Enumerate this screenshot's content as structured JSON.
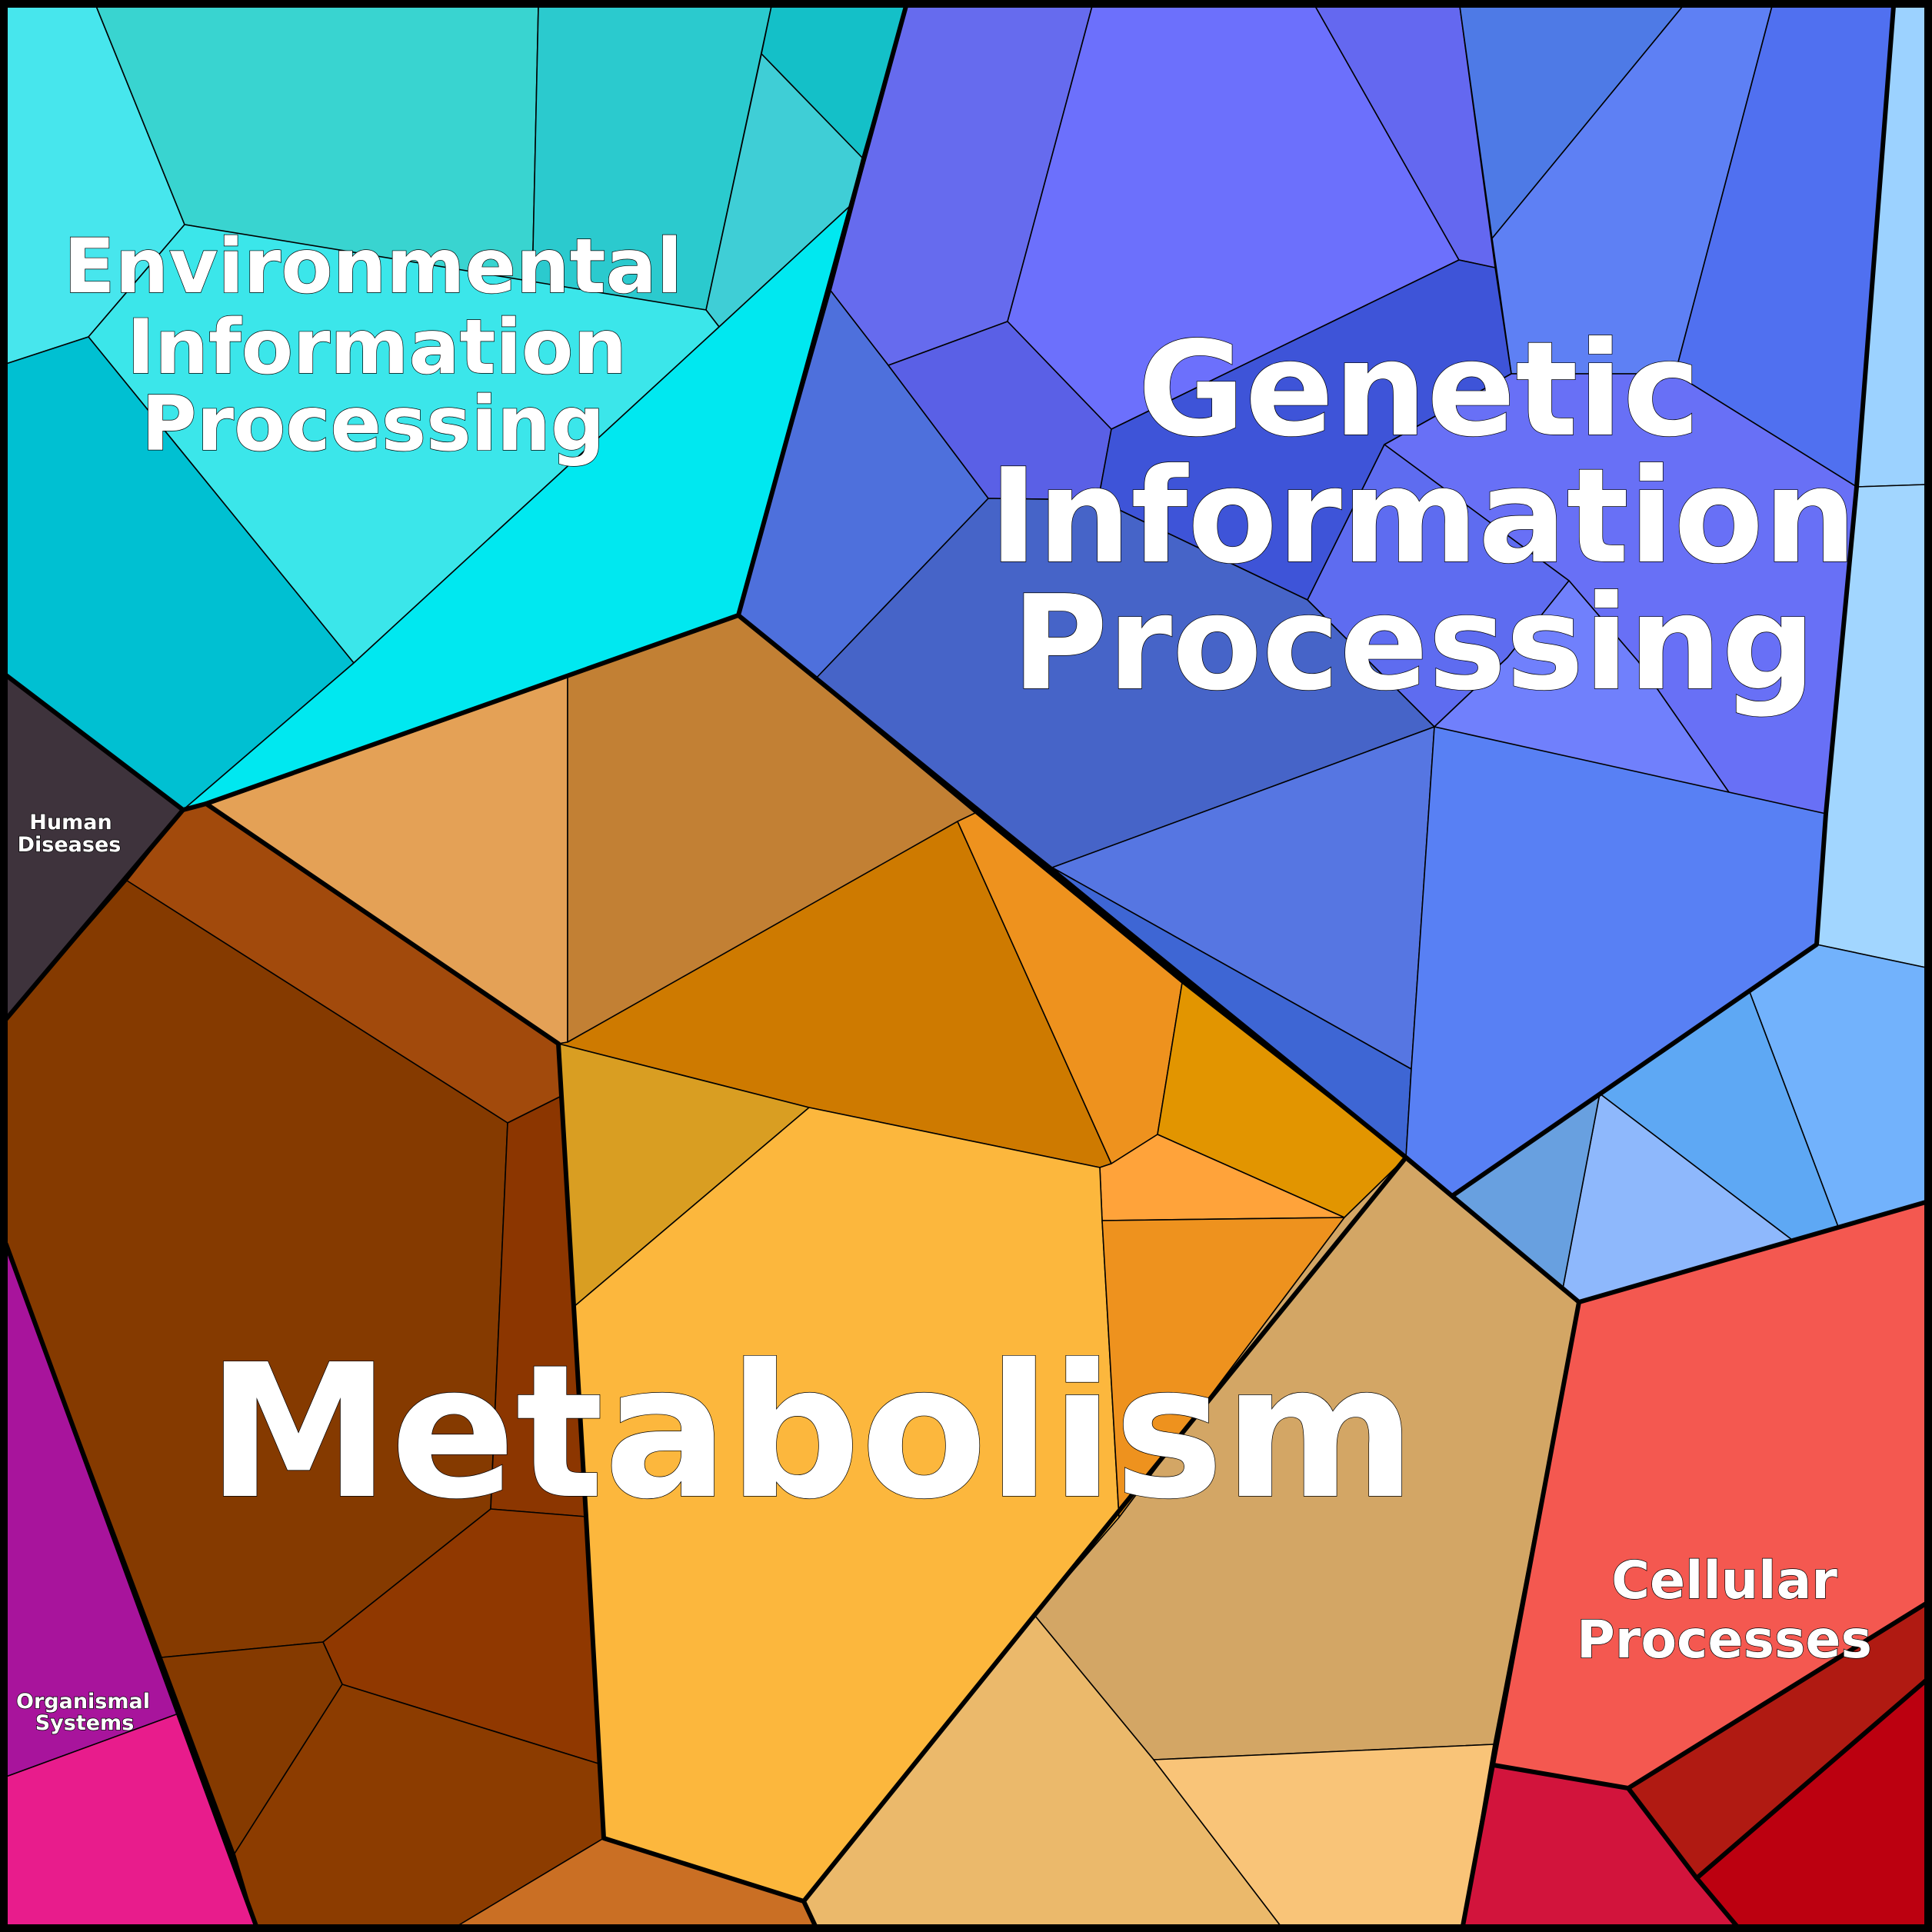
{
  "labels": {
    "environmental": [
      "Environmental",
      "Information",
      "Processing"
    ],
    "genetic": [
      "Genetic",
      "Information",
      "Processing"
    ],
    "metabolism": [
      "Metabolism"
    ],
    "cellular": [
      "Cellular",
      "Processes"
    ],
    "human_diseases": [
      "Human",
      "Diseases"
    ],
    "organismal": [
      "Organismal",
      "Systems"
    ]
  },
  "colors": {
    "environmental": "#00E8F0",
    "genetic": "#6868F4",
    "metabolism": "#FBB63F",
    "cellular": "#F45850",
    "human_diseases": "#3E333C",
    "organismal": "#A8149C"
  }
}
